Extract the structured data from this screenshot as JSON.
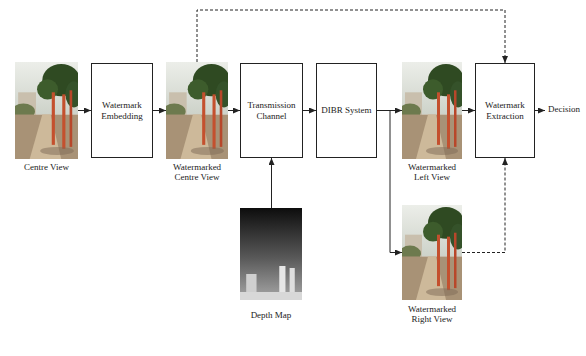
{
  "diagram": {
    "nodes": [
      {
        "text": [
          "Centre View"
        ]
      },
      {
        "text": [
          "Watermark Embedding"
        ]
      },
      {
        "text": [
          "Watermarked Centre View"
        ]
      },
      {
        "text": [
          "Transmission Channel"
        ]
      },
      {
        "text": [
          "DIBR System"
        ]
      },
      {
        "text": [
          "Watermarked Left View"
        ]
      },
      {
        "text": [
          "Watermark Extraction"
        ]
      },
      {
        "text": [
          "Depth Map"
        ]
      },
      {
        "text": [
          "Watermarked Right View"
        ]
      }
    ],
    "edges": [
      {
        "from": 0,
        "to": 1,
        "arrow": "to"
      },
      {
        "from": 1,
        "to": 2,
        "arrow": "to"
      },
      {
        "from": 2,
        "to": 3,
        "arrow": "to"
      },
      {
        "from": 7,
        "to": 3,
        "arrow": "to"
      },
      {
        "from": 3,
        "to": 4,
        "arrow": "to"
      },
      {
        "from": 4,
        "to": 5,
        "arrow": "to"
      },
      {
        "from": 4,
        "to": 8,
        "arrow": "to"
      },
      {
        "from": 5,
        "to": 6,
        "arrow": "to"
      },
      {
        "from": 8,
        "to": 6,
        "arrow": "to"
      },
      {
        "from": 2,
        "to": 6,
        "arrow": "to"
      }
    ],
    "labels": [
      "Decision"
    ]
  }
}
